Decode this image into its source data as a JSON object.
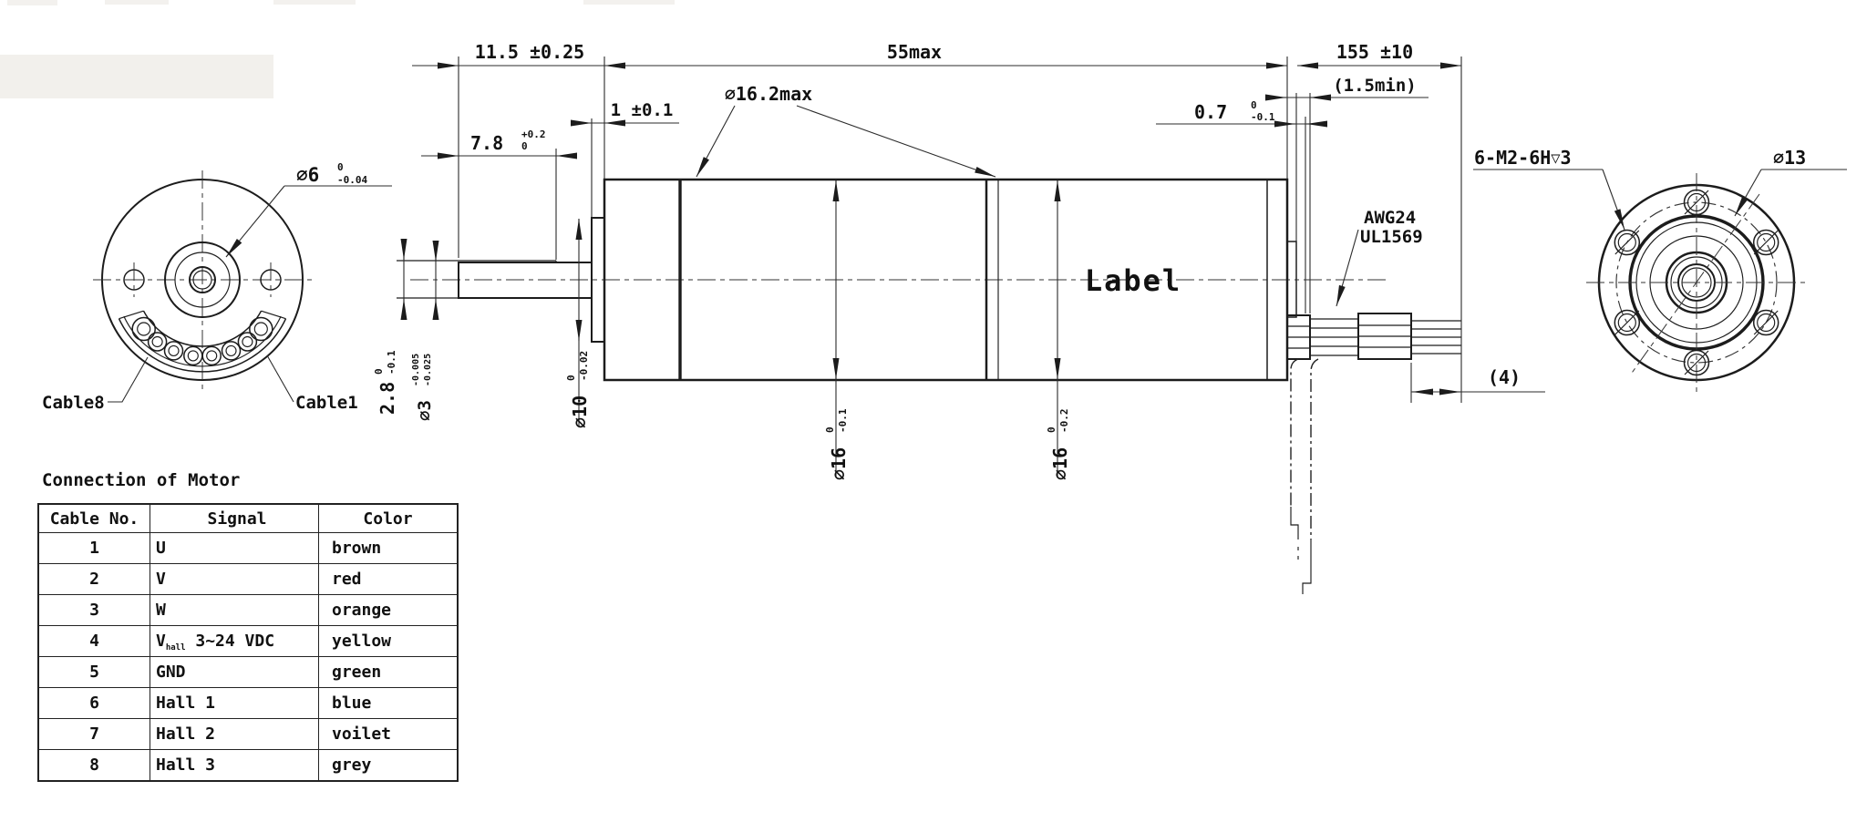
{
  "labels": {
    "body_label": "Label",
    "cable8": "Cable8",
    "cable1": "Cable1",
    "awg": "AWG24",
    "ul": "UL1569"
  },
  "dims": {
    "shaft_len": "11.5 ±0.25",
    "body_len": "55max",
    "body_dia": "∅16.2max",
    "boss_th": "1 ±0.1",
    "flat_len_val": "7.8",
    "flat_len_tol_up": "+0.2",
    "flat_len_tol_dn": "0",
    "cable_len": "155 ±10",
    "cable_min": "(1.5min)",
    "rear_val": "0.7",
    "rear_tol_up": "0",
    "rear_tol_dn": "-0.1",
    "flat_h_val": "2.8",
    "flat_h_tol_up": "0",
    "flat_h_tol_dn": "-0.1",
    "shaft_dia_val": "∅3",
    "shaft_dia_tol_up": "-0.005",
    "shaft_dia_tol_dn": "-0.025",
    "boss_dia_val": "∅10",
    "boss_dia_tol_up": "0",
    "boss_dia_tol_dn": "-0.02",
    "gear_dia_val": "∅16",
    "gear_dia_tol_up": "0",
    "gear_dia_tol_dn": "-0.1",
    "motor_dia_val": "∅16",
    "motor_dia_tol_up": "0",
    "motor_dia_tol_dn": "-0.2",
    "strip_len": "(4)",
    "front_dia_val": "∅6",
    "front_dia_tol_up": "0",
    "front_dia_tol_dn": "-0.04",
    "bolt_circle": "∅13",
    "tap_pre": "6-M2-6H",
    "tap_sym": "▽",
    "tap_depth": "3"
  },
  "table": {
    "title": "Connection of Motor",
    "headers": [
      "Cable No.",
      "Signal",
      "Color"
    ],
    "rows": [
      {
        "cable_no": "1",
        "signal": "U",
        "color": "brown"
      },
      {
        "cable_no": "2",
        "signal": "V",
        "color": "red"
      },
      {
        "cable_no": "3",
        "signal": "W",
        "color": "orange"
      },
      {
        "cable_no": "4",
        "signal_main": "V",
        "signal_sub": "hall",
        "signal_rest": " 3~24 VDC",
        "color": "yellow"
      },
      {
        "cable_no": "5",
        "signal": "GND",
        "color": "green"
      },
      {
        "cable_no": "6",
        "signal": "Hall 1",
        "color": "blue"
      },
      {
        "cable_no": "7",
        "signal": "Hall 2",
        "color": "voilet"
      },
      {
        "cable_no": "8",
        "signal": "Hall 3",
        "color": "grey"
      }
    ]
  },
  "colors": {
    "line": "#1c1c1c",
    "background": "#ffffff"
  }
}
